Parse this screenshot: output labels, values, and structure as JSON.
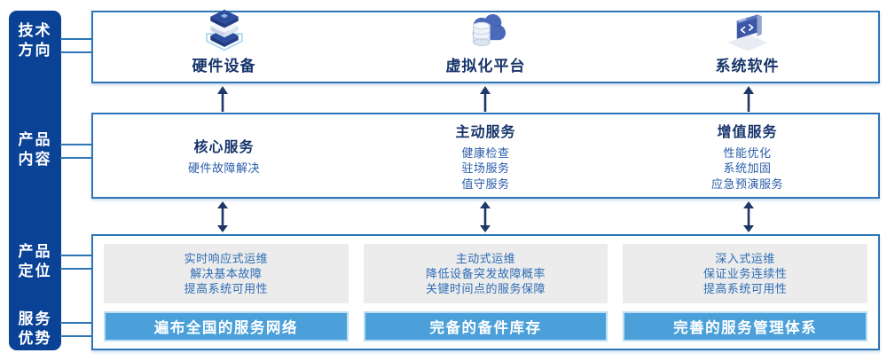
{
  "colors": {
    "sidebar_bg": "#0a4296",
    "panel_border": "#2e75b6",
    "navy_text": "#17356b",
    "blue_text": "#2a5ca8",
    "gray_box_bg": "#ececec",
    "advantage_bar_bg": "#4ba0d9",
    "arrow": "#1f3868"
  },
  "sidebar": {
    "items": [
      {
        "line1": "技术",
        "line2": "方向"
      },
      {
        "line1": "产品",
        "line2": "内容"
      },
      {
        "line1": "产品",
        "line2": "定位"
      },
      {
        "line1": "服务",
        "line2": "优势"
      }
    ]
  },
  "tech": {
    "columns": [
      {
        "icon": "server-stack-icon",
        "label": "硬件设备"
      },
      {
        "icon": "cloud-database-icon",
        "label": "虚拟化平台"
      },
      {
        "icon": "code-window-icon",
        "label": "系统软件"
      }
    ]
  },
  "services": {
    "columns": [
      {
        "title": "核心服务",
        "items": [
          "硬件故障解决"
        ]
      },
      {
        "title": "主动服务",
        "items": [
          "健康检查",
          "驻场服务",
          "值守服务"
        ]
      },
      {
        "title": "增值服务",
        "items": [
          "性能优化",
          "系统加固",
          "应急预演服务"
        ]
      }
    ]
  },
  "positioning": {
    "columns": [
      {
        "lines": [
          "实时响应式运维",
          "解决基本故障",
          "提高系统可用性"
        ],
        "bar": "遍布全国的服务网络"
      },
      {
        "lines": [
          "主动式运维",
          "降低设备突发故障概率",
          "关键时间点的服务保障"
        ],
        "bar": "完备的备件库存"
      },
      {
        "lines": [
          "深入式运维",
          "保证业务连续性",
          "提高系统可用性"
        ],
        "bar": "完善的服务管理体系"
      }
    ]
  }
}
